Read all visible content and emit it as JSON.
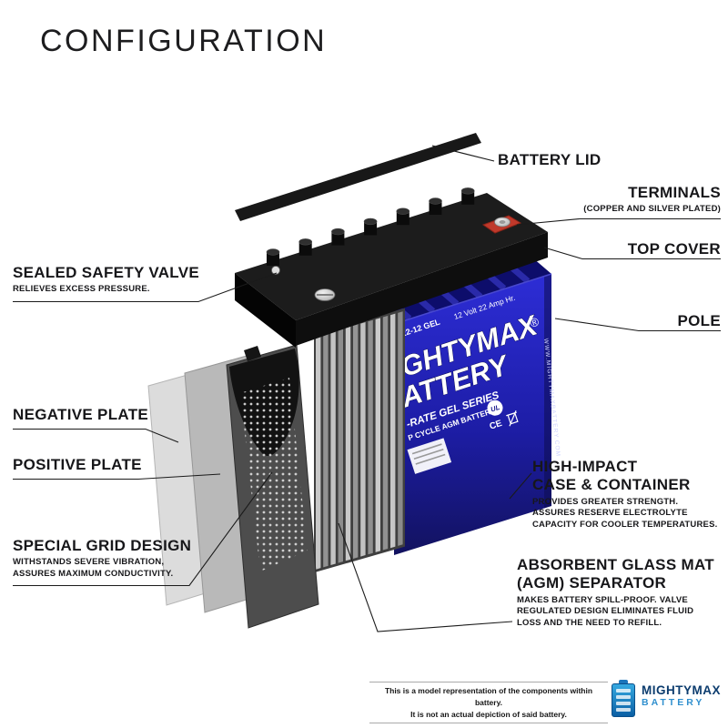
{
  "title": "CONFIGURATION",
  "callouts": {
    "battery_lid": {
      "label": "BATTERY LID"
    },
    "terminals": {
      "label": "TERMINALS",
      "sub": "(COPPER AND SILVER PLATED)"
    },
    "top_cover": {
      "label": "TOP COVER"
    },
    "pole": {
      "label": "POLE"
    },
    "sealed_safety_valve": {
      "label": "SEALED SAFETY VALVE",
      "sub": "RELIEVES EXCESS PRESSURE."
    },
    "negative_plate": {
      "label": "NEGATIVE PLATE"
    },
    "positive_plate": {
      "label": "POSITIVE PLATE"
    },
    "special_grid_design": {
      "label": "SPECIAL GRID DESIGN",
      "sub1": "WITHSTANDS SEVERE VIBRATION,",
      "sub2": "ASSURES MAXIMUM CONDUCTIVITY."
    },
    "high_impact_case": {
      "label1": "HIGH-IMPACT",
      "label2": "CASE & CONTAINER",
      "sub1": "PROVIDES GREATER STRENGTH.",
      "sub2": "ASSURES RESERVE ELECTROLYTE",
      "sub3": "CAPACITY FOR COOLER TEMPERATURES."
    },
    "agm_separator": {
      "label1": "ABSORBENT GLASS MAT",
      "label2": "(AGM) SEPARATOR",
      "sub1": "MAKES BATTERY SPILL-PROOF. VALVE",
      "sub2": "REGULATED DESIGN ELIMINATES FLUID",
      "sub3": "LOSS AND THE NEED TO REFILL."
    }
  },
  "battery": {
    "model": "L22-12 GEL",
    "spec": "12 Volt 22 Amp Hr.",
    "brand_top": "GHTYMAX",
    "brand_bottom": "ATTERY",
    "series": "-RATE GEL SERIES",
    "type": "P CYCLE AGM BATTERY",
    "website": "WWW.MIGHTYMAXBATTERY.COM",
    "registered": "®",
    "badge_ul": "UL",
    "badge_ce": "CE"
  },
  "footer": {
    "disclaimer1": "This is a model representation of the components within battery.",
    "disclaimer2": "It is not an actual depiction of said battery.",
    "brand1": "MIGHTYMAX",
    "brand2": "BATTERY"
  },
  "colors": {
    "case_blue": "#2929cf",
    "case_blue_dark": "#141480",
    "terminal_red": "#c0392b",
    "logo_navy": "#0c3c6e",
    "logo_blue": "#2f8fce"
  }
}
